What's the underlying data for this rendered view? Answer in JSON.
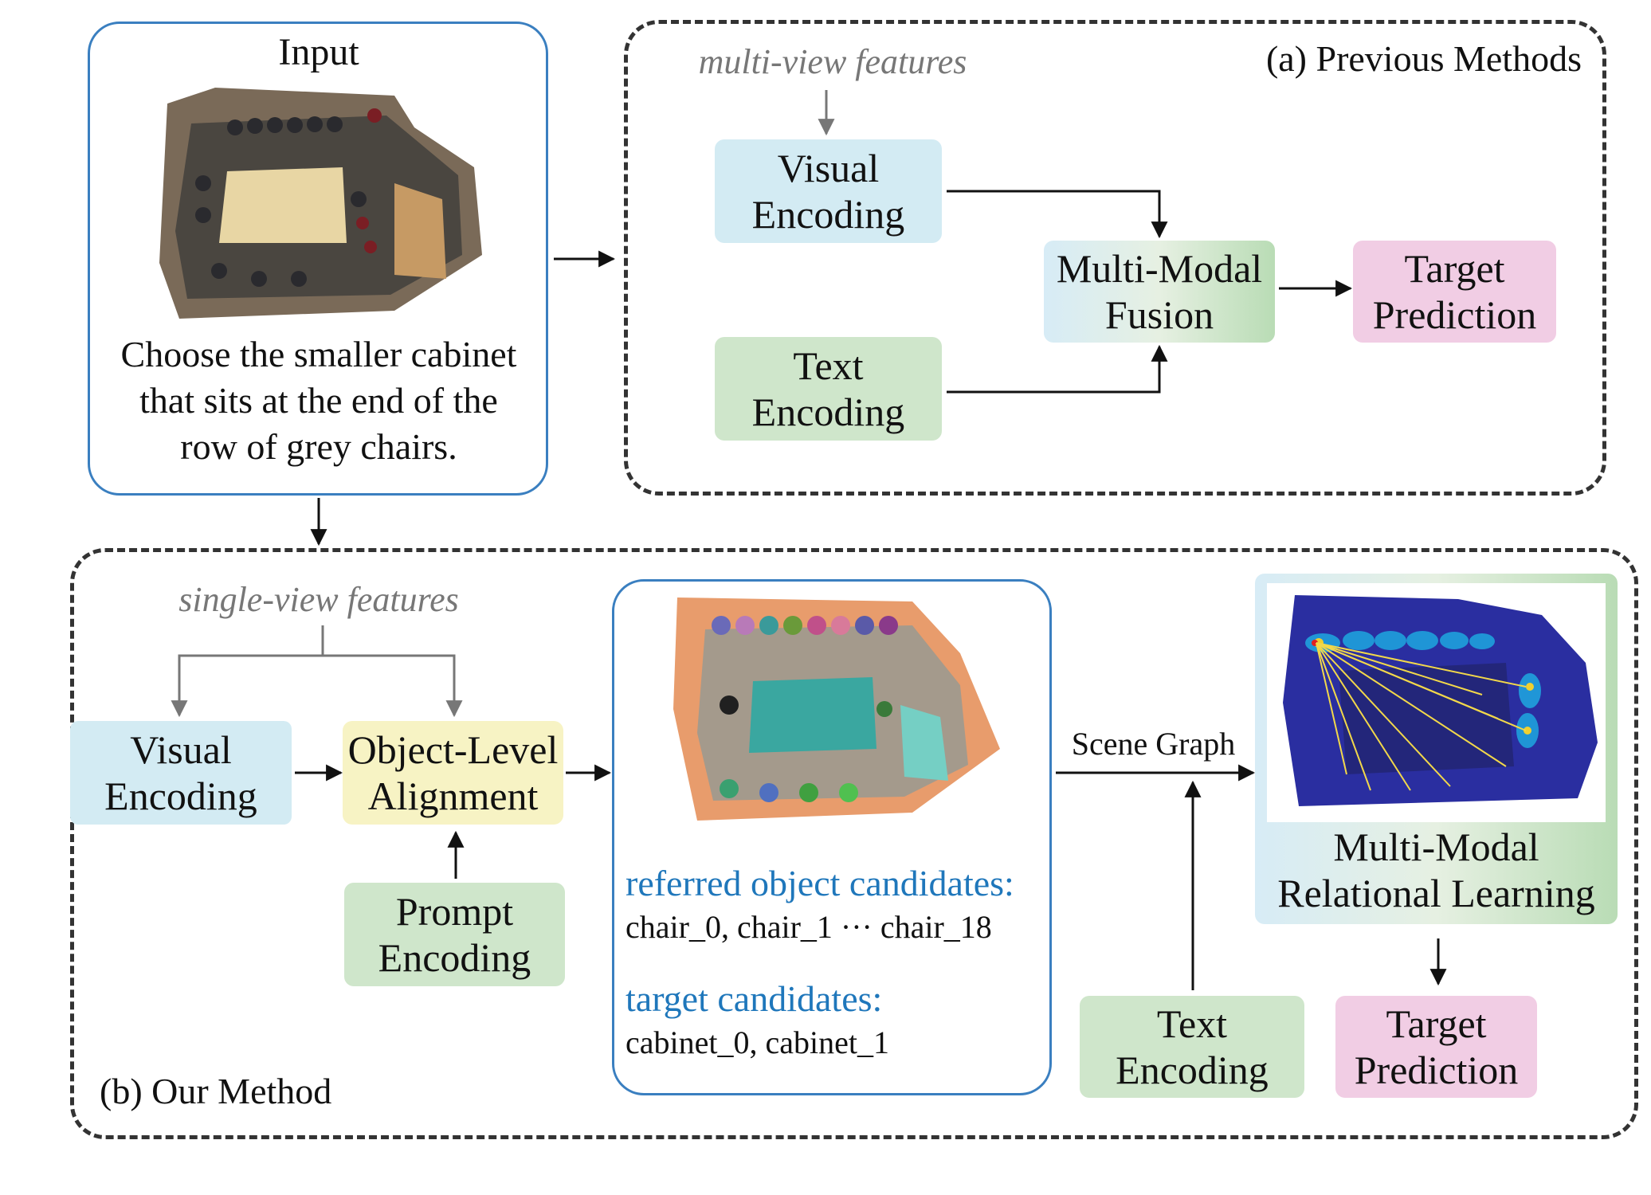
{
  "input": {
    "title": "Input",
    "query_lines": [
      "Choose the smaller cabinet",
      "that sits at the end of the",
      "row of grey chairs."
    ]
  },
  "previous": {
    "title": "(a) Previous Methods",
    "features_label": "multi-view features",
    "visual_encoding": [
      "Visual",
      "Encoding"
    ],
    "text_encoding": [
      "Text",
      "Encoding"
    ],
    "fusion": [
      "Multi-Modal",
      "Fusion"
    ],
    "target": [
      "Target",
      "Prediction"
    ]
  },
  "ours": {
    "title": "(b) Our Method",
    "features_label": "single-view features",
    "visual_encoding": [
      "Visual",
      "Encoding"
    ],
    "alignment": [
      "Object-Level",
      "Alignment"
    ],
    "prompt_encoding": [
      "Prompt",
      "Encoding"
    ],
    "referred_label": "referred object candidates:",
    "referred_list": "chair_0, chair_1 ··· chair_18",
    "target_label": "target candidates:",
    "target_list": "cabinet_0, cabinet_1",
    "scene_graph": "Scene Graph",
    "relational": [
      "Multi-Modal",
      "Relational Learning"
    ],
    "text_encoding": [
      "Text",
      "Encoding"
    ],
    "target": [
      "Target",
      "Prediction"
    ]
  },
  "colors": {
    "visual": "#d3ebf3",
    "text": "#cfe6cb",
    "alignment": "#f7f3c4",
    "target": "#f1cde4",
    "panel_border": "#3a7fc0",
    "candidate_label": "#1f77bb"
  }
}
